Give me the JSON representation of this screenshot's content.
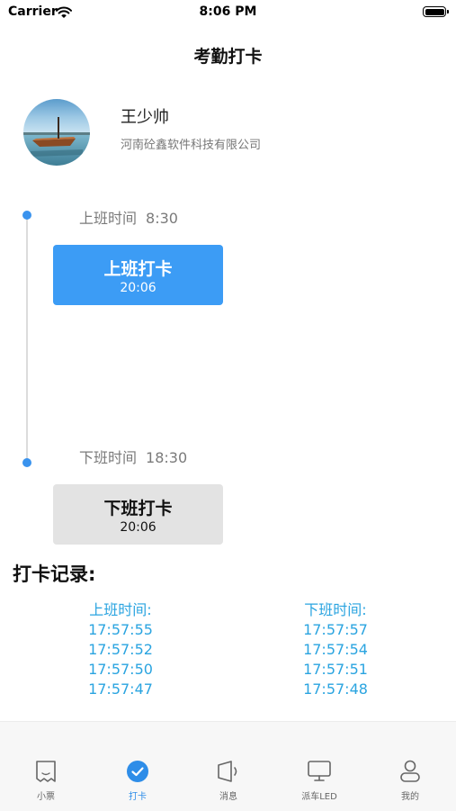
{
  "status_bar": {
    "carrier": "Carrier",
    "time": "8:06 PM"
  },
  "nav": {
    "title": "考勤打卡"
  },
  "user": {
    "name": "王少帅",
    "company": "河南砼鑫软件科技有限公司"
  },
  "checkin": {
    "label": "上班时间",
    "time": "8:30",
    "button_label": "上班打卡",
    "button_time": "20:06"
  },
  "checkout": {
    "label": "下班时间",
    "time": "18:30",
    "button_label": "下班打卡",
    "button_time": "20:06"
  },
  "records": {
    "title": "打卡记录:",
    "in_header": "上班时间:",
    "out_header": "下班时间:",
    "in_times": [
      "17:57:55",
      "17:57:52",
      "17:57:50",
      "17:57:47"
    ],
    "out_times": [
      "17:57:57",
      "17:57:54",
      "17:57:51",
      "17:57:48"
    ]
  },
  "tabs": [
    {
      "label": "小票",
      "icon": "ticket-icon",
      "active": false
    },
    {
      "label": "打卡",
      "icon": "check-circle-icon",
      "active": true
    },
    {
      "label": "消息",
      "icon": "speaker-icon",
      "active": false
    },
    {
      "label": "派车LED",
      "icon": "monitor-icon",
      "active": false
    },
    {
      "label": "我的",
      "icon": "person-icon",
      "active": false
    }
  ],
  "colors": {
    "accent": "#3c9cf5",
    "record_text": "#2aa4e0",
    "timeline_dot": "#3a93ee",
    "out_button_bg": "#e3e3e3"
  }
}
